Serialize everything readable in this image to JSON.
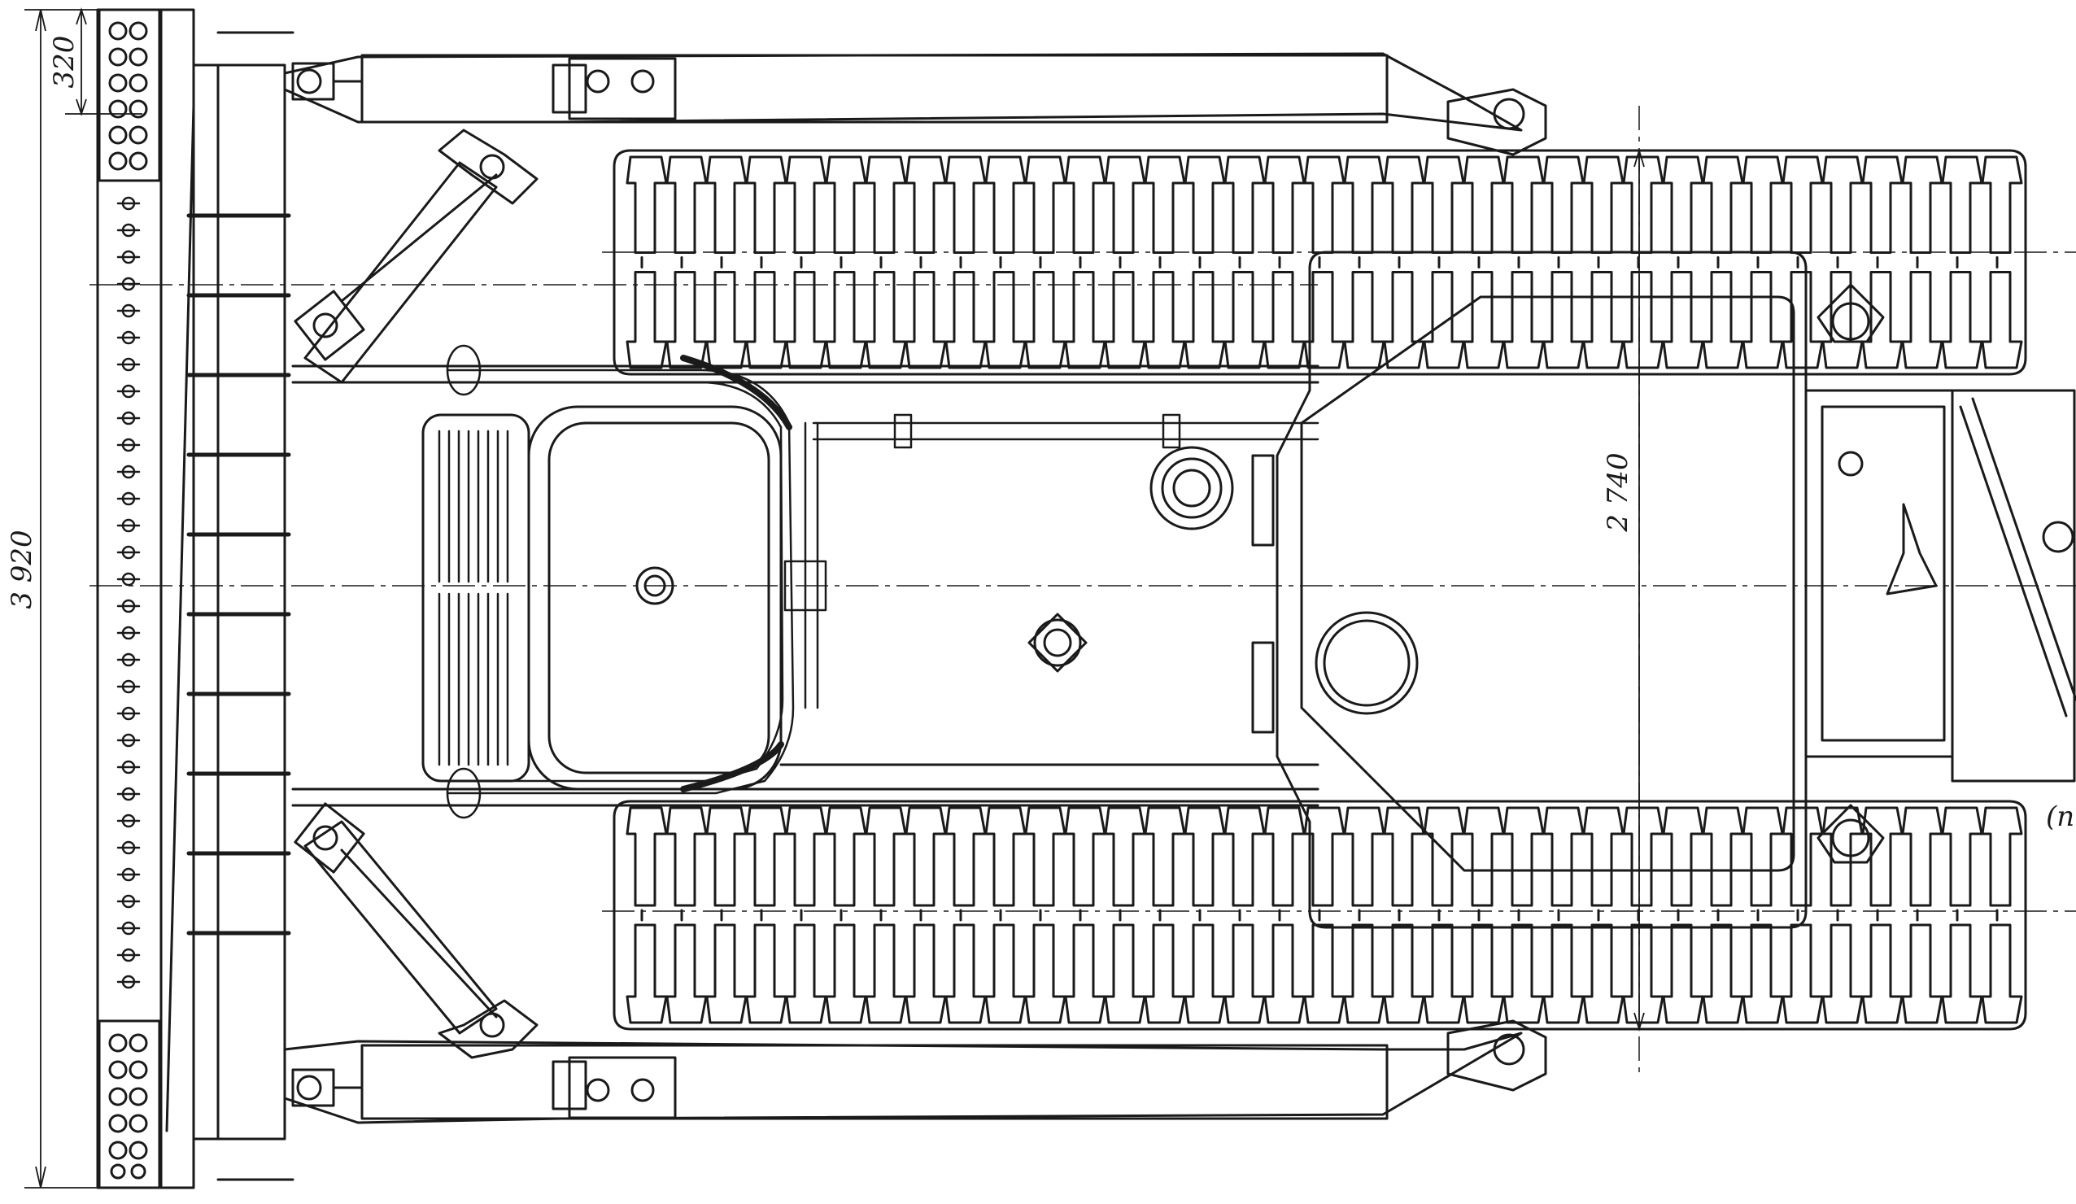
{
  "drawing": {
    "dimensions": {
      "overall_width": "3 920",
      "blade_offset": "320",
      "track_gauge": "2 740"
    },
    "edge_label": "(п"
  }
}
